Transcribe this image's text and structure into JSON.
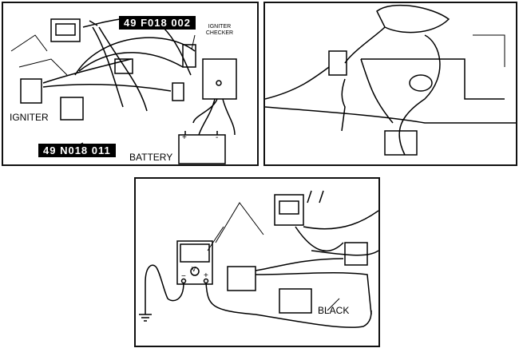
{
  "panel_top_left": {
    "tool_code_top": "49 F018 002",
    "checker_label": "IGNITER CHECKER",
    "igniter_label": "IGNITER",
    "tool_code_bottom": "49 N018 011",
    "battery_label": "BATTERY",
    "battery_plus": "+",
    "battery_minus": "-"
  },
  "panel_bottom": {
    "meter_symbol": "V",
    "meter_minus": "−",
    "meter_plus": "+",
    "wire_label": "BLACK"
  }
}
